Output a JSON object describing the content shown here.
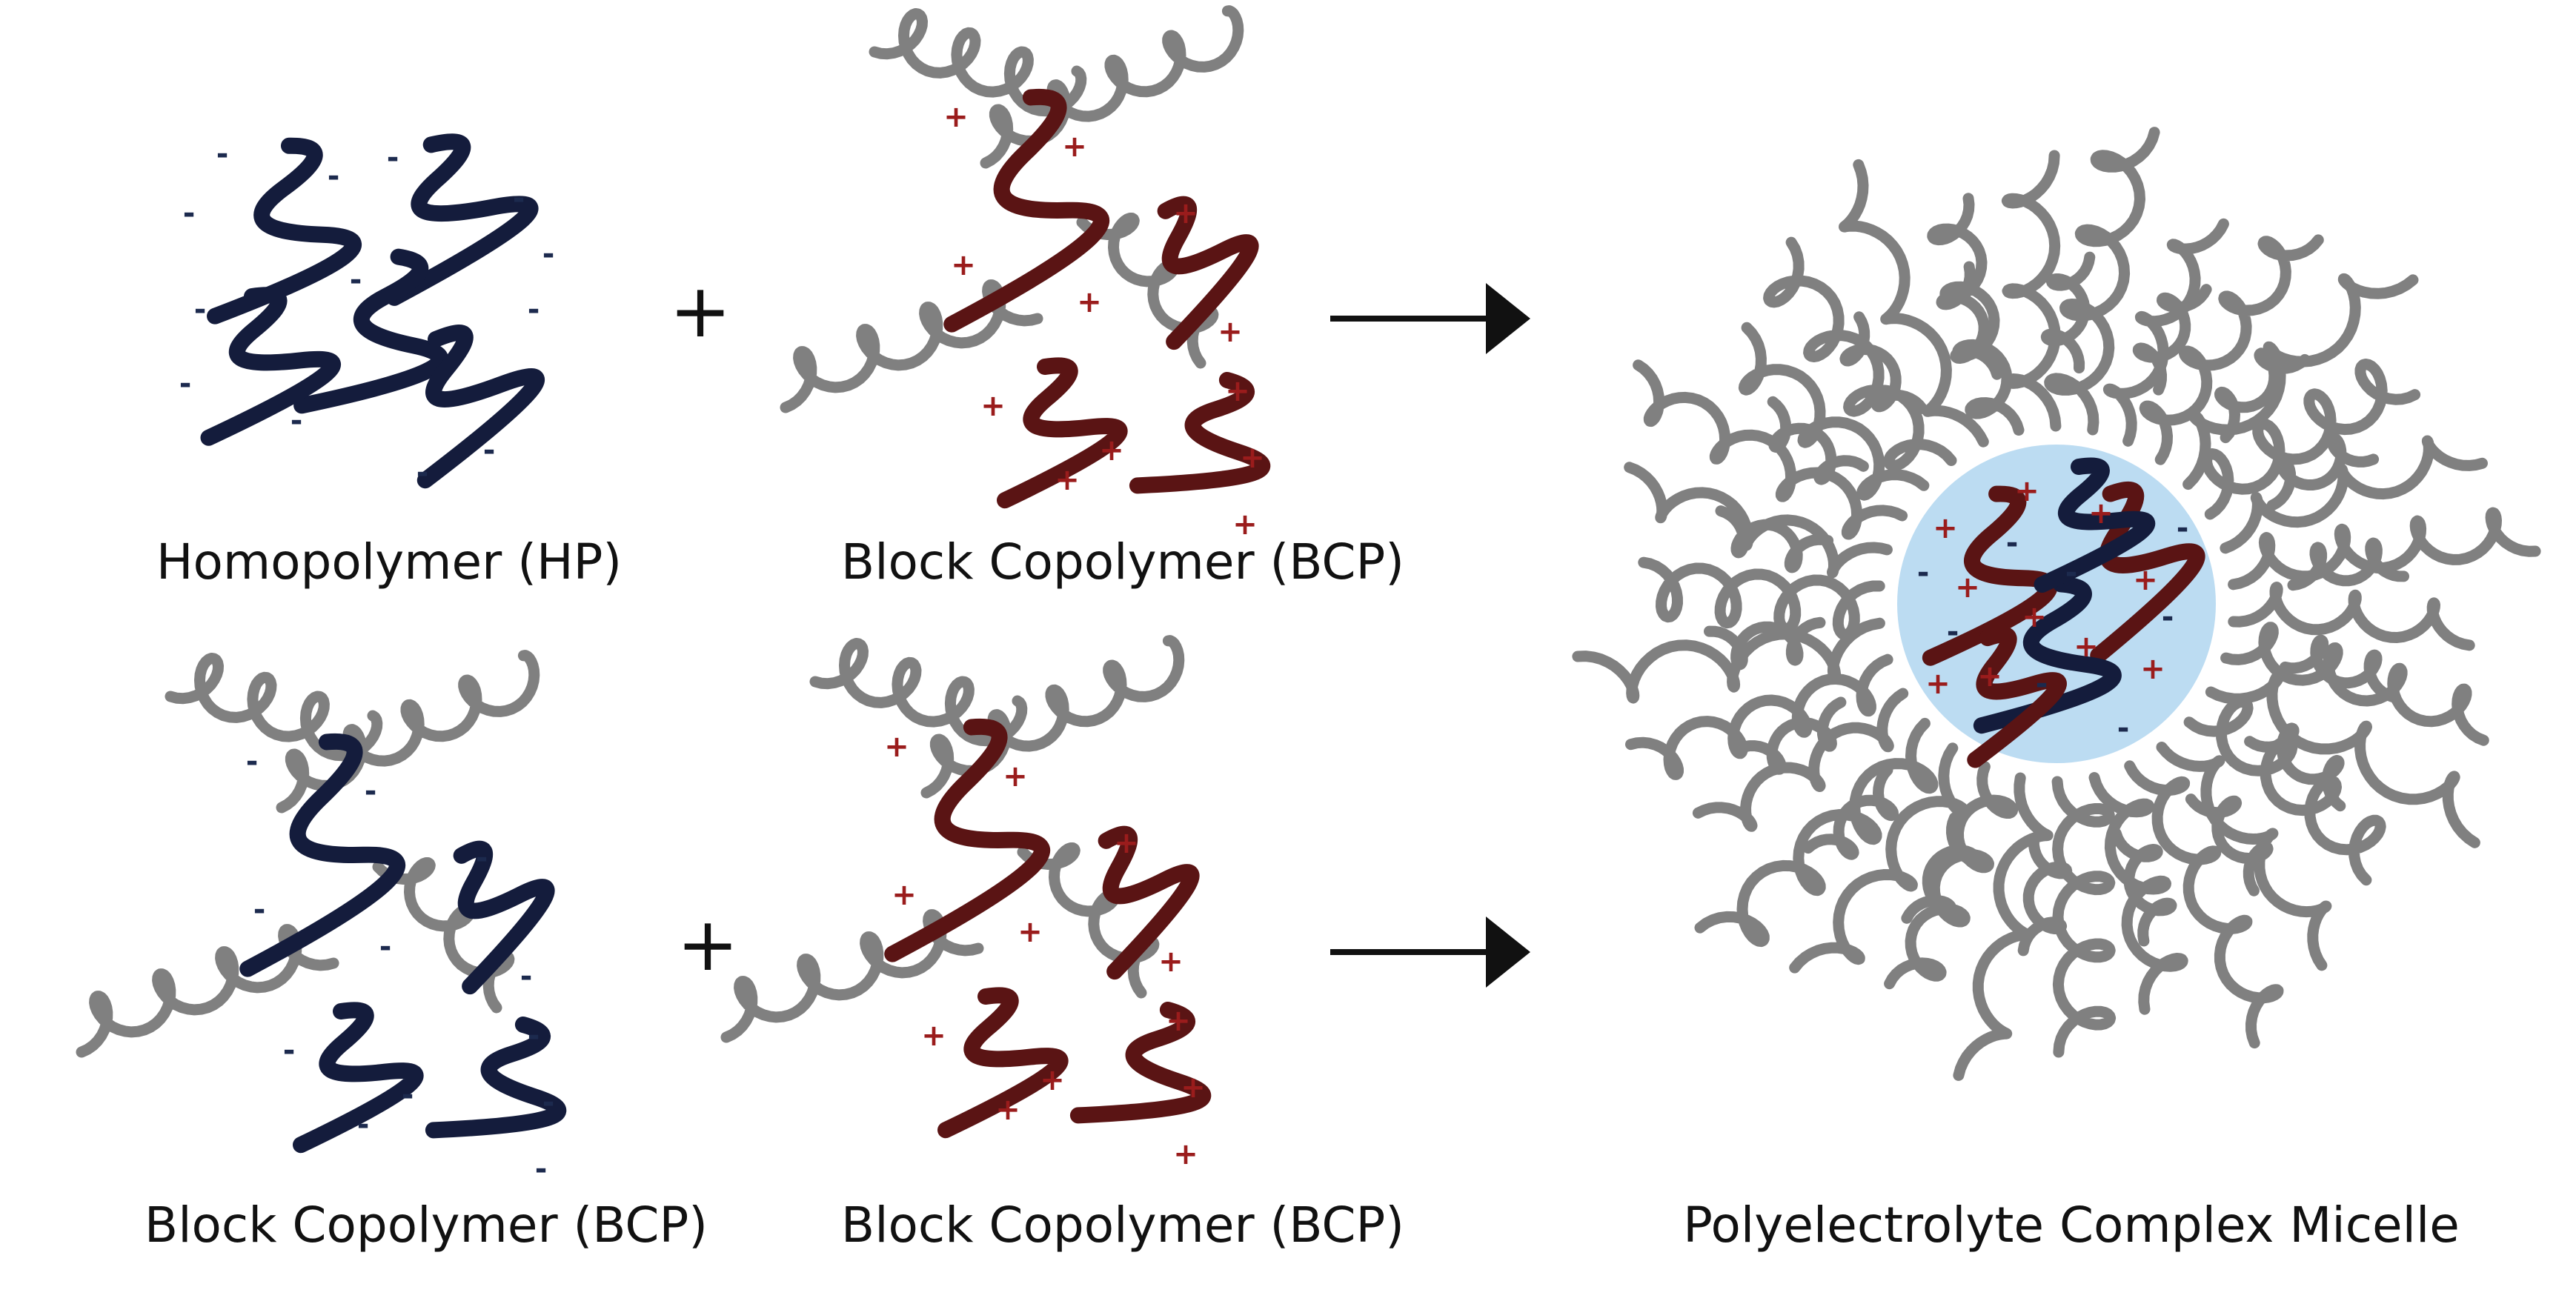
{
  "panels": {
    "homopolymer": {
      "label": "Homopolymer (HP)"
    },
    "bcp_cationic_top": {
      "label": "Block Copolymer (BCP)"
    },
    "bcp_anionic_bottom": {
      "label": "Block Copolymer (BCP)"
    },
    "bcp_cationic_bottom": {
      "label": "Block Copolymer (BCP)"
    },
    "micelle": {
      "label": "Polyelectrolyte Complex Micelle"
    }
  },
  "operators": {
    "plus": "+"
  },
  "charges": {
    "negative": "-",
    "positive": "+"
  },
  "colors": {
    "anionic_block": "#141c3c",
    "cationic_block": "#5a1414",
    "neutral_block": "#808080",
    "core": "#bcdcf2",
    "arrow": "#111111",
    "negative_charge": "#1c2a4e",
    "positive_charge": "#9a1c1c"
  }
}
